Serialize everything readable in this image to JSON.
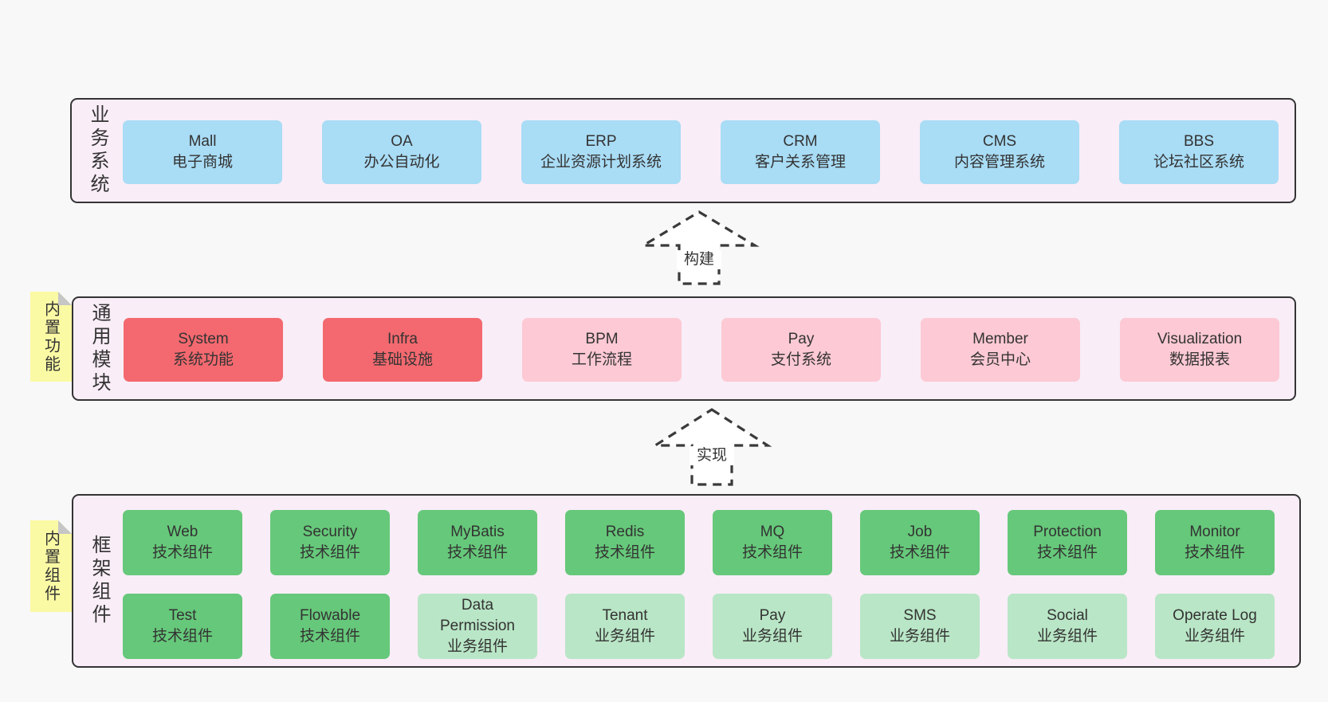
{
  "layer_business": {
    "label": "业务系统",
    "boxes": [
      {
        "title": "Mall",
        "subtitle": "电子商城",
        "variant": "blue"
      },
      {
        "title": "OA",
        "subtitle": "办公自动化",
        "variant": "blue"
      },
      {
        "title": "ERP",
        "subtitle": "企业资源计划系统",
        "variant": "blue"
      },
      {
        "title": "CRM",
        "subtitle": "客户关系管理",
        "variant": "blue"
      },
      {
        "title": "CMS",
        "subtitle": "内容管理系统",
        "variant": "blue"
      },
      {
        "title": "BBS",
        "subtitle": "论坛社区系统",
        "variant": "blue"
      }
    ]
  },
  "layer_modules": {
    "label": "通用模块",
    "sticky": "内置功能",
    "boxes": [
      {
        "title": "System",
        "subtitle": "系统功能",
        "variant": "red"
      },
      {
        "title": "Infra",
        "subtitle": "基础设施",
        "variant": "red"
      },
      {
        "title": "BPM",
        "subtitle": "工作流程",
        "variant": "pink"
      },
      {
        "title": "Pay",
        "subtitle": "支付系统",
        "variant": "pink"
      },
      {
        "title": "Member",
        "subtitle": "会员中心",
        "variant": "pink"
      },
      {
        "title": "Visualization",
        "subtitle": "数据报表",
        "variant": "pink"
      }
    ]
  },
  "layer_components": {
    "label": "框架组件",
    "sticky": "内置组件",
    "row1": [
      {
        "title": "Web",
        "subtitle": "技术组件",
        "variant": "green"
      },
      {
        "title": "Security",
        "subtitle": "技术组件",
        "variant": "green"
      },
      {
        "title": "MyBatis",
        "subtitle": "技术组件",
        "variant": "green"
      },
      {
        "title": "Redis",
        "subtitle": "技术组件",
        "variant": "green"
      },
      {
        "title": "MQ",
        "subtitle": "技术组件",
        "variant": "green"
      },
      {
        "title": "Job",
        "subtitle": "技术组件",
        "variant": "green"
      },
      {
        "title": "Protection",
        "subtitle": "技术组件",
        "variant": "green"
      },
      {
        "title": "Monitor",
        "subtitle": "技术组件",
        "variant": "green"
      }
    ],
    "row2": [
      {
        "title": "Test",
        "subtitle": "技术组件",
        "variant": "green"
      },
      {
        "title": "Flowable",
        "subtitle": "技术组件",
        "variant": "green"
      },
      {
        "title": "Data Permission",
        "subtitle": "业务组件",
        "variant": "lightgreen"
      },
      {
        "title": "Tenant",
        "subtitle": "业务组件",
        "variant": "lightgreen"
      },
      {
        "title": "Pay",
        "subtitle": "业务组件",
        "variant": "lightgreen"
      },
      {
        "title": "SMS",
        "subtitle": "业务组件",
        "variant": "lightgreen"
      },
      {
        "title": "Social",
        "subtitle": "业务组件",
        "variant": "lightgreen"
      },
      {
        "title": "Operate Log",
        "subtitle": "业务组件",
        "variant": "lightgreen"
      }
    ]
  },
  "arrows": {
    "build": "构建",
    "implement": "实现"
  },
  "colors": {
    "page_background": "#f8f8f8",
    "container_fill": "#f9edf7",
    "container_border": "#343434",
    "blue_box": "#a9dcf5",
    "red_box": "#f3696f",
    "pink_box": "#fcc9d4",
    "green_box": "#66c87a",
    "light_green_box": "#b9e6c6",
    "sticky_yellow": "#fbfaa4",
    "sticky_fold": "#c6c6c6",
    "text": "#333333"
  }
}
